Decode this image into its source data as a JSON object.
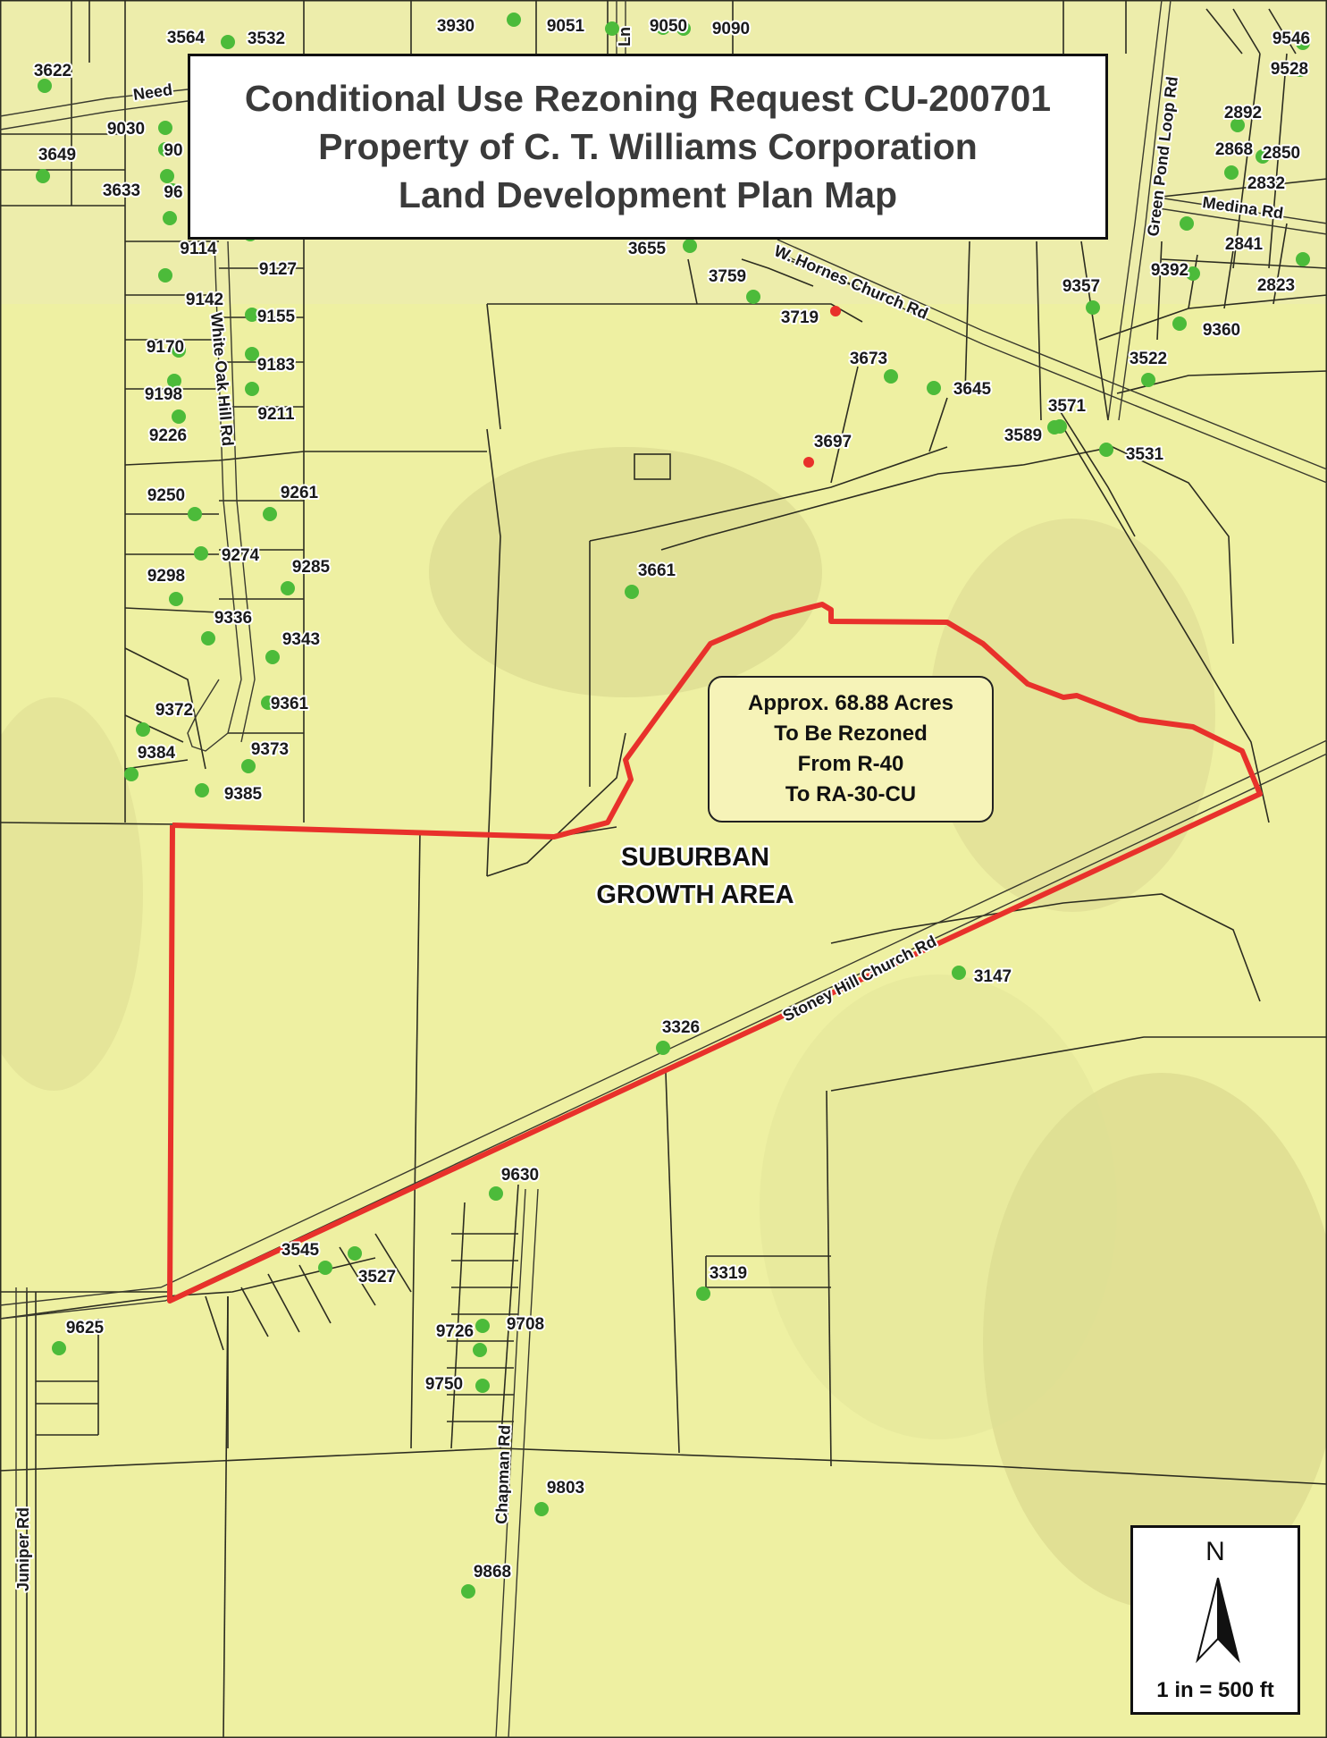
{
  "title": {
    "line1": "Conditional Use Rezoning Request CU-200701",
    "line2": "Property of C. T. Williams Corporation",
    "line3": "Land Development Plan Map"
  },
  "rezoning": {
    "line1": "Approx. 68.88 Acres",
    "line2": "To Be Rezoned",
    "line3": "From R-40",
    "line4": "To RA-30-CU"
  },
  "area_label": {
    "line1": "SUBURBAN",
    "line2": "GROWTH AREA"
  },
  "legend": {
    "north": "N",
    "scale": "1 in = 500 ft"
  },
  "roads": {
    "white_oak": "White Oak Hill Rd",
    "stoney_hill": "Stoney Hill Church Rd",
    "chapman": "Chapman Rd",
    "juniper": "Juniper Rd",
    "w_hornes": "W. Hornes Church Rd",
    "green_pond": "Green Pond Loop Rd",
    "medina": "Medina Rd",
    "need": "Need",
    "ln": "Ln"
  },
  "addresses": [
    "3564",
    "3532",
    "3930",
    "9051",
    "9050",
    "9090",
    "9546",
    "9528",
    "3622",
    "9030",
    "90",
    "3649",
    "3633",
    "96",
    "2892",
    "2868",
    "2850",
    "2832",
    "2841",
    "2823",
    "9114",
    "9127",
    "3655",
    "3759",
    "3719",
    "9357",
    "9392",
    "9360",
    "9142",
    "9155",
    "9170",
    "9183",
    "3673",
    "3645",
    "3522",
    "9198",
    "9211",
    "9226",
    "3571",
    "3589",
    "3531",
    "3697",
    "9250",
    "9261",
    "9274",
    "9285",
    "3661",
    "9298",
    "9336",
    "9343",
    "9372",
    "9361",
    "9384",
    "9373",
    "9385",
    "3147",
    "3326",
    "9630",
    "3545",
    "3527",
    "3319",
    "9625",
    "9726",
    "9708",
    "9750",
    "9803",
    "9868"
  ],
  "colors": {
    "boundary": "#e8312b",
    "address_point": "#4cbb3a",
    "map_bg": "#eef0a2"
  }
}
